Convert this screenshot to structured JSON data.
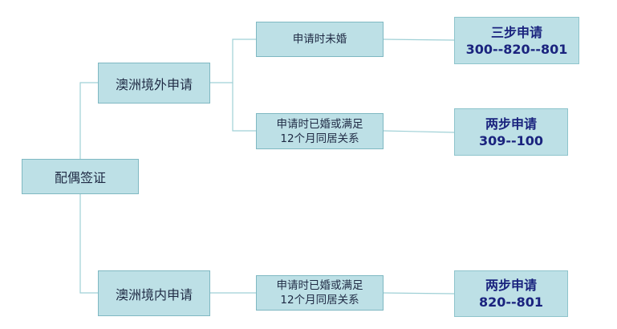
{
  "root": {
    "label": "配偶签证"
  },
  "branches": [
    {
      "label": "澳洲境外申请",
      "children": [
        {
          "condition": [
            "申请时未婚"
          ],
          "result": {
            "title": "三步申请",
            "code": "300--820--801"
          }
        },
        {
          "condition": [
            "申请时已婚或满足",
            "12个月同居关系"
          ],
          "result": {
            "title": "两步申请",
            "code": "309--100"
          }
        }
      ]
    },
    {
      "label": "澳洲境内申请",
      "children": [
        {
          "condition": [
            "申请时已婚或满足",
            "12个月同居关系"
          ],
          "result": {
            "title": "两步申请",
            "code": "820--801"
          }
        }
      ]
    }
  ],
  "colors": {
    "box_fill": "#bde0e6",
    "box_border": "#7fb8c2",
    "connector": "#9fd0d6",
    "result_text": "#1a237e",
    "text": "#1f2a44"
  }
}
